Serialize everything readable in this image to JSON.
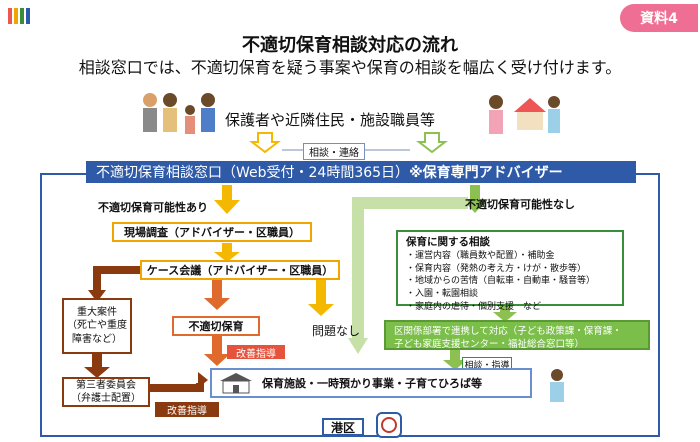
{
  "badge": "資料4",
  "title": "不適切保育相談対応の流れ",
  "subtitle": "相談窓口では、不適切保育を疑う事案や保育の相談を幅広く受け付けます。",
  "people_text": "保護者や近隣住民・施設職員等",
  "renraku": "相談・連絡",
  "window": {
    "main": "不適切保育相談窓口（Web受付・24時間365日）",
    "em": "※保育専門アドバイザー"
  },
  "labels": {
    "kanosei_ari": "不適切保育可能性あり",
    "kanosei_nashi": "不適切保育可能性なし",
    "mondai_nashi": "問題なし",
    "sodan_shido": "相談・指導"
  },
  "boxes": {
    "genchi": "現場調査（アドバイザー・区職員）",
    "case": "ケース会議（アドバイザー・区職員）",
    "jyudai": [
      "重大案件",
      "（死亡や重度",
      "障害など）"
    ],
    "futekisetsu": "不適切保育",
    "kaizen1": "改善指導",
    "daisansha": [
      "第三者委員会",
      "（弁護士配置）"
    ],
    "kaizen2": "改善指導",
    "sodan_title": "保育に関する相談",
    "sodan_items": [
      "・運営内容（職員数や配置）・補助金",
      "・保育内容（発熱の考え方・けが・散歩等）",
      "・地域からの苦情（自転車・自動車・騒音等）",
      "・入園・転園相談",
      "・家庭内の虐待・個別支援　など"
    ],
    "renkei": [
      "区関係部署で連携して対応（子ども政策課・保育課・",
      "子ども家庭支援センター・福祉総合窓口等）"
    ],
    "shisetsu": "保育施設・一時預かり事業・子育てひろば等",
    "ku": "港区"
  },
  "colors": {
    "blue": "#2e5aa8",
    "yellow": "#f0a500",
    "orange": "#e06a2c",
    "brown": "#8b3a10",
    "green": "#7bbf4a",
    "pink": "#ee6f93"
  }
}
